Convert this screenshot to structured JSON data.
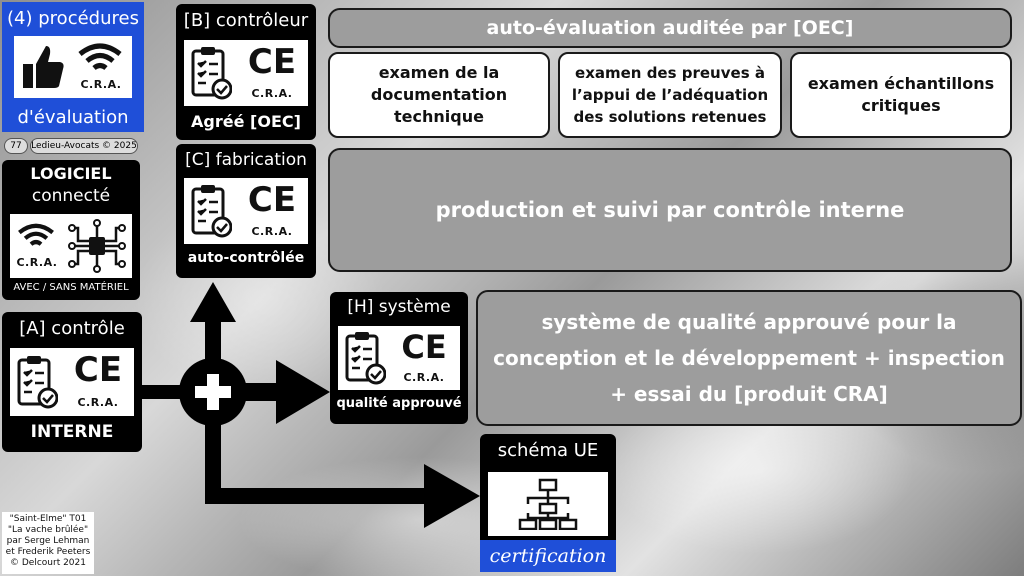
{
  "top_left": {
    "title": "(4) procédures",
    "subtitle": "d'évaluation",
    "cra": "C.R.A.",
    "page_num": "77",
    "copyright": "Ledieu-Avocats © 2025"
  },
  "logiciel": {
    "title": "LOGICIEL",
    "subtitle": "connecté",
    "cra": "C.R.A.",
    "footer": "AVEC / SANS MATÉRIEL"
  },
  "module_a": {
    "title": "[A] contrôle",
    "ce": "CE",
    "cra": "C.R.A.",
    "footer": "INTERNE"
  },
  "module_b": {
    "title": "[B] contrôleur",
    "ce": "CE",
    "cra": "C.R.A.",
    "footer": "Agréé [OEC]"
  },
  "module_c": {
    "title": "[C] fabrication",
    "ce": "CE",
    "cra": "C.R.A.",
    "footer": "auto-contrôlée"
  },
  "module_h": {
    "title": "[H] système",
    "ce": "CE",
    "cra": "C.R.A.",
    "footer": "qualité approuvé"
  },
  "schema": {
    "title": "schéma UE",
    "footer": "certification"
  },
  "boxes": {
    "auto_eval": "auto-évaluation auditée par [OEC]",
    "exam1": "examen de la documentation technique",
    "exam2": "examen des preuves à l’appui de l’adéquation des solutions retenues",
    "exam3": "examen échantillons critiques",
    "production": "production et suivi par contrôle interne",
    "quality": "système de qualité approuvé pour la conception et le développement + inspection + essai du [produit CRA]"
  },
  "credit": "\"Saint-Elme\" T01 \"La vache brûlée\" par Serge Lehman et Frederik Peeters © Delcourt 2021",
  "colors": {
    "blue": "#1f4fd8",
    "black": "#000000",
    "gray": "#9d9d9d"
  }
}
